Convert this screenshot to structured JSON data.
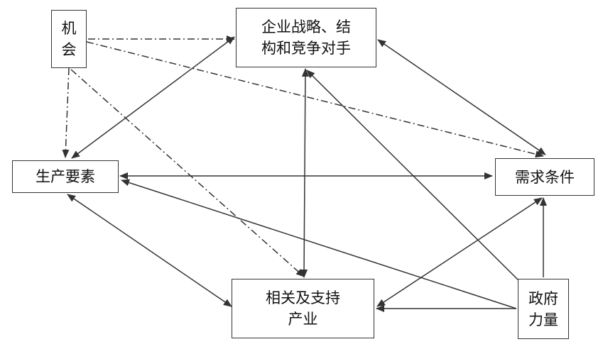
{
  "colors": {
    "line": "#333333",
    "text": "#111111",
    "background": "#ffffff"
  },
  "nodes": {
    "chance": {
      "label": "机\n会"
    },
    "strategy": {
      "label": "企业战略、结\n构和竞争对手"
    },
    "factors": {
      "label": "生产要素"
    },
    "demand": {
      "label": "需求条件"
    },
    "related": {
      "label": "相关及支持\n产业"
    },
    "government": {
      "label": "政府\n力量"
    }
  },
  "edges": [
    {
      "from": "chance",
      "to": "strategy",
      "style": "dash-dot",
      "arrow": "end"
    },
    {
      "from": "chance",
      "to": "factors",
      "style": "dash-dot",
      "arrow": "end"
    },
    {
      "from": "chance",
      "to": "demand",
      "style": "dash-dot",
      "arrow": "end"
    },
    {
      "from": "chance",
      "to": "related",
      "style": "dash-dot",
      "arrow": "end"
    },
    {
      "from": "strategy",
      "to": "factors",
      "style": "solid",
      "arrow": "both"
    },
    {
      "from": "strategy",
      "to": "demand",
      "style": "solid",
      "arrow": "both"
    },
    {
      "from": "strategy",
      "to": "related",
      "style": "solid",
      "arrow": "both"
    },
    {
      "from": "factors",
      "to": "demand",
      "style": "solid",
      "arrow": "both"
    },
    {
      "from": "factors",
      "to": "related",
      "style": "solid",
      "arrow": "both"
    },
    {
      "from": "demand",
      "to": "related",
      "style": "solid",
      "arrow": "both"
    },
    {
      "from": "government",
      "to": "strategy",
      "style": "solid",
      "arrow": "end"
    },
    {
      "from": "government",
      "to": "factors",
      "style": "solid",
      "arrow": "end"
    },
    {
      "from": "government",
      "to": "demand",
      "style": "solid",
      "arrow": "end"
    },
    {
      "from": "government",
      "to": "related",
      "style": "solid",
      "arrow": "end"
    }
  ]
}
